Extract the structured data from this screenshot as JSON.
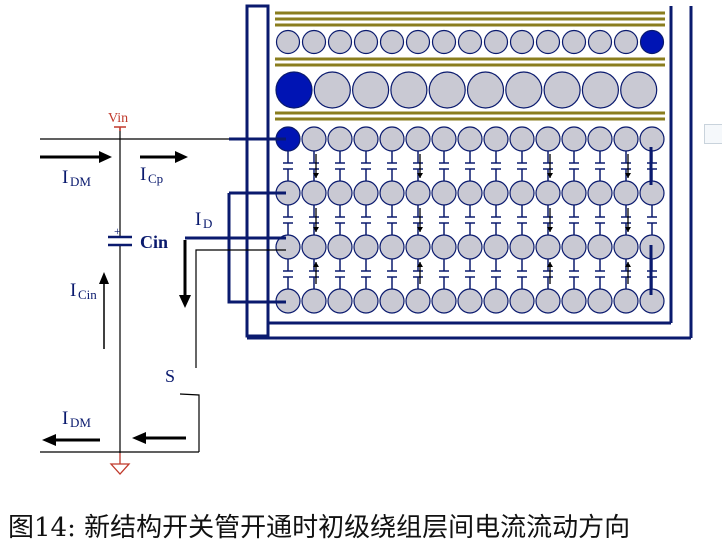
{
  "labels": {
    "vin": "Vin",
    "cin": "Cin",
    "s": "S",
    "idm_top_main": "I",
    "idm_top_sub": "DM",
    "icp_main": "I",
    "icp_sub": "Cp",
    "id_main": "I",
    "id_sub": "D",
    "icin_main": "I",
    "icin_sub": "Cin",
    "idm_bot_main": "I",
    "idm_bot_sub": "DM",
    "plus": "+"
  },
  "caption": "图14: 新结构开关管开通时初级绕组层间电流流动方向",
  "colors": {
    "navy": "#0a1a6e",
    "conductor_fill": "#c9c9d3",
    "foil": "#8a7d1e",
    "ground": "#c0392b",
    "dark_blue": "#0014b4"
  },
  "windings": {
    "top_row_count": 15,
    "big_row_count": 10,
    "primary_layers": 4,
    "primary_per_layer": 15
  }
}
